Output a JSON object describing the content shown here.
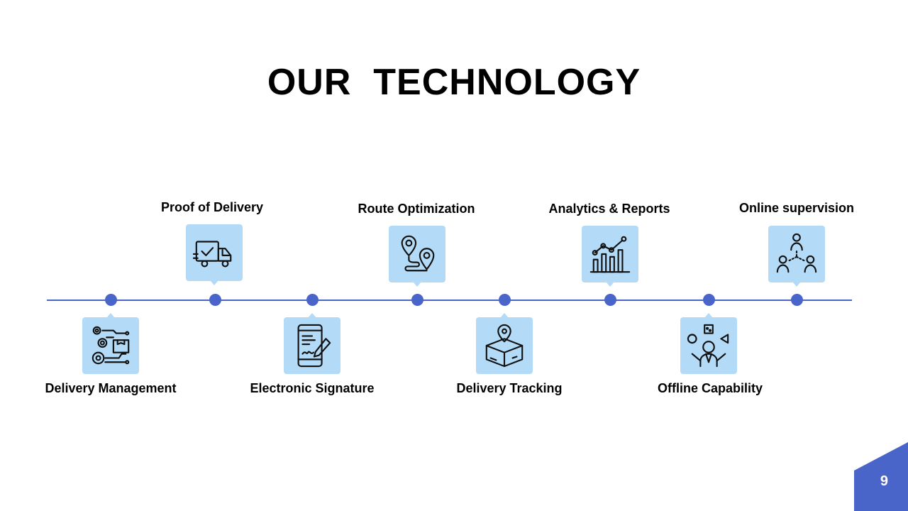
{
  "slide": {
    "title": "OUR  TECHNOLOGY",
    "page_number": "9",
    "accent_color": "#4a65c9",
    "card_color": "#b3dbf7"
  },
  "features": {
    "delivery_management": {
      "label": "Delivery Management",
      "icon": "gears-circuit-box-icon"
    },
    "proof_of_delivery": {
      "label": "Proof of Delivery",
      "icon": "truck-check-icon"
    },
    "electronic_signature": {
      "label": "Electronic Signature",
      "icon": "phone-signature-icon"
    },
    "route_optimization": {
      "label": "Route Optimization",
      "icon": "route-pins-icon"
    },
    "delivery_tracking": {
      "label": "Delivery Tracking",
      "icon": "box-location-icon"
    },
    "analytics_reports": {
      "label": "Analytics & Reports",
      "icon": "bar-line-chart-icon"
    },
    "offline_capability": {
      "label": "Offline Capability",
      "icon": "juggling-person-icon"
    },
    "online_supervision": {
      "label": "Online supervision",
      "icon": "people-network-icon"
    }
  }
}
